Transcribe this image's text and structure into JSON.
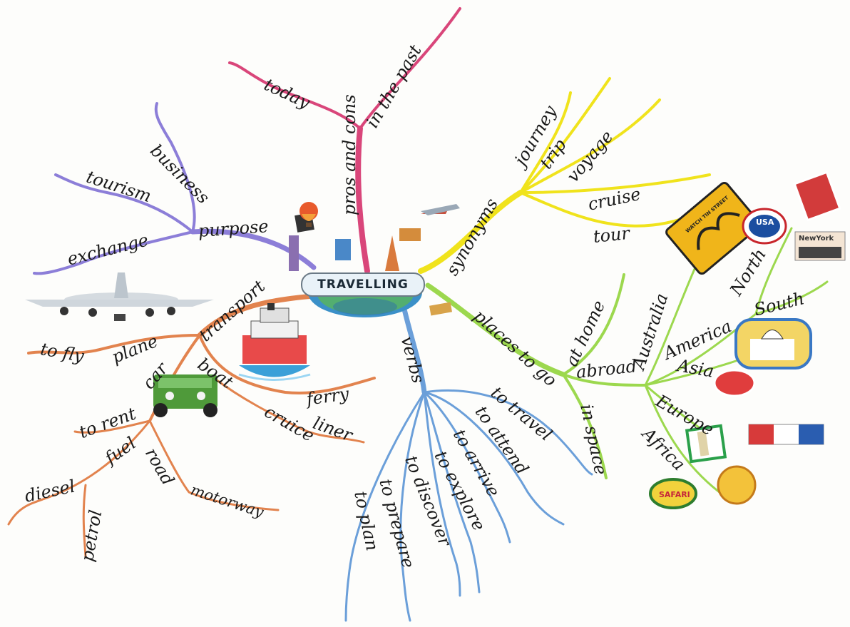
{
  "center": {
    "label": "TRAVELLING"
  },
  "colors": {
    "pink": "#d9467a",
    "yellow": "#f0e31c",
    "purple": "#8c7ed8",
    "orange": "#e2834e",
    "blue": "#6b9fd9",
    "green": "#9cd84e"
  },
  "branches": {
    "pros_and_cons": {
      "label": "pros and cons",
      "children": [
        "today",
        "in the past"
      ]
    },
    "synonyms": {
      "label": "synonyms",
      "children": [
        "journey",
        "trip",
        "voyage",
        "cruise",
        "tour"
      ]
    },
    "purpose": {
      "label": "purpose",
      "children": [
        "business",
        "tourism",
        "exchange"
      ]
    },
    "transport": {
      "label": "transport",
      "plane": {
        "label": "plane",
        "child": "to fly"
      },
      "car": {
        "label": "car",
        "children": [
          "to rent",
          "fuel",
          "road"
        ],
        "fuel_children": [
          "diesel",
          "petrol"
        ],
        "road_children": [
          "motorway"
        ]
      },
      "boat": {
        "label": "boat",
        "children": [
          "ferry",
          "cruice",
          "liner"
        ]
      }
    },
    "verbs": {
      "label": "verbs",
      "children": [
        "to travel",
        "to attend",
        "to arrive",
        "to explore",
        "to discover",
        "to prepare",
        "to plan"
      ]
    },
    "places_to_go": {
      "label": "places to go",
      "children": [
        "at home",
        "abroad",
        "in space"
      ],
      "abroad_children": [
        "Australia",
        "America",
        "Asia",
        "Europe",
        "Africa"
      ],
      "america_children": [
        "North",
        "South"
      ]
    }
  },
  "stickers": {
    "kangaroo_sign": "WATCH TIN STREET",
    "usa": "USA",
    "newyork": "NewYork",
    "safari": "SAFARI"
  }
}
